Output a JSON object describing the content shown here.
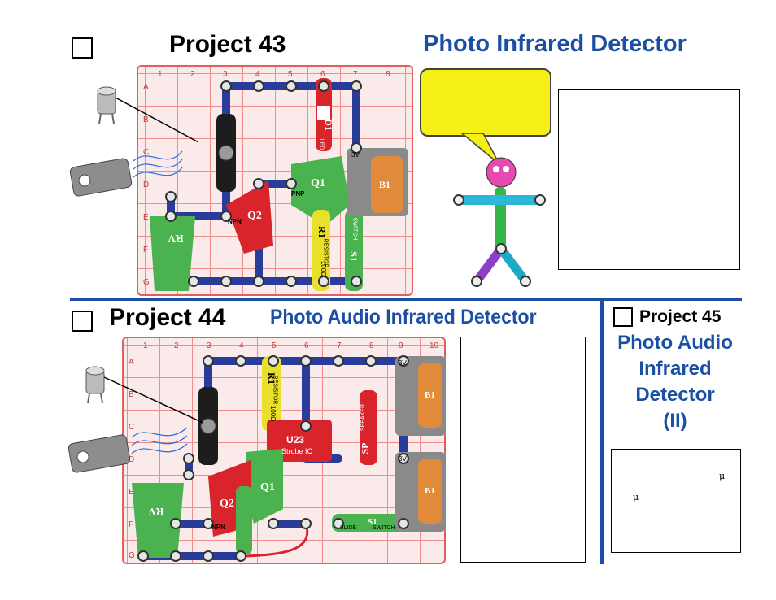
{
  "p43": {
    "title": "Project 43",
    "subtitle": "Photo Infrared Detector",
    "grid_cols": [
      "1",
      "2",
      "3",
      "4",
      "5",
      "6",
      "7",
      "8"
    ],
    "grid_rows": [
      "A",
      "B",
      "C",
      "D",
      "E",
      "F",
      "G"
    ],
    "parts": {
      "d1": "D1",
      "led": "LED",
      "q1": "Q1",
      "pnp": "PNP",
      "q2": "Q2",
      "npn": "NPN",
      "rv": "RV",
      "r1": "R1",
      "resistor": "RESISTOR",
      "r1_value": "100Ω",
      "s1": "S1",
      "switch": "SWITCH",
      "b1": "B1",
      "volts": "3V"
    }
  },
  "p44": {
    "title": "Project 44",
    "subtitle": "Photo Audio Infrared Detector",
    "grid_cols": [
      "1",
      "2",
      "3",
      "4",
      "5",
      "6",
      "7",
      "8",
      "9",
      "10"
    ],
    "grid_rows": [
      "A",
      "B",
      "C",
      "D",
      "E",
      "F",
      "G"
    ],
    "parts": {
      "u23": "U23",
      "u23_desc": "Strobe IC",
      "sp": "SP",
      "speaker": "SPEAKER",
      "r1": "R1",
      "resistor": "RESISTOR",
      "r1_value": "100Ω",
      "q1": "Q1",
      "q2": "Q2",
      "npn": "NPN",
      "rv": "RV",
      "s1": "S1",
      "slide": "SLIDE",
      "switch": "SWITCH",
      "b1_top": "B1",
      "b1_bottom": "B1",
      "volts_top": "3V",
      "volts_bottom": "3V"
    }
  },
  "p45": {
    "title": "Project 45",
    "subtitle_lines": [
      "Photo Audio",
      "Infrared",
      "Detector",
      "(II)"
    ],
    "mu_1": "μ",
    "mu_2": "μ"
  },
  "colors": {
    "accent": "#1a4fa3",
    "grid_line": "#e0605e",
    "bubble": "#f6f017"
  }
}
